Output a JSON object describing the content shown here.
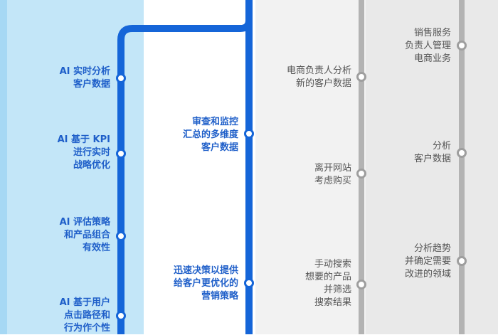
{
  "lanes": [
    "ai",
    "manager",
    "customer",
    "operations"
  ],
  "colors": {
    "blue_line": "#1565d8",
    "blue_text": "#1f5fc9",
    "gray_line": "#b3b3b3",
    "gray_text": "#555555"
  },
  "ai_steps": [
    "AI 实时分析\n客户数据",
    "AI 基于 KPI\n进行实时\n战略优化",
    "AI 评估策略\n和产品组合\n有效性",
    "AI 基于用户\n点击路径和\n行为作个性"
  ],
  "manager_steps": [
    "审查和监控\n汇总的多维度\n客户数据",
    "迅速决策以提供\n给客户更优化的\n营销策略"
  ],
  "customer_steps": [
    "电商负责人分析\n新的客户数据",
    "离开网站\n考虑购买",
    "手动搜索\n想要的产品\n并筛选\n搜索结果"
  ],
  "ops_steps": [
    "销售服务\n负责人管理\n电商业务",
    "分析\n客户数据",
    "分析趋势\n并确定需要\n改进的领域"
  ]
}
